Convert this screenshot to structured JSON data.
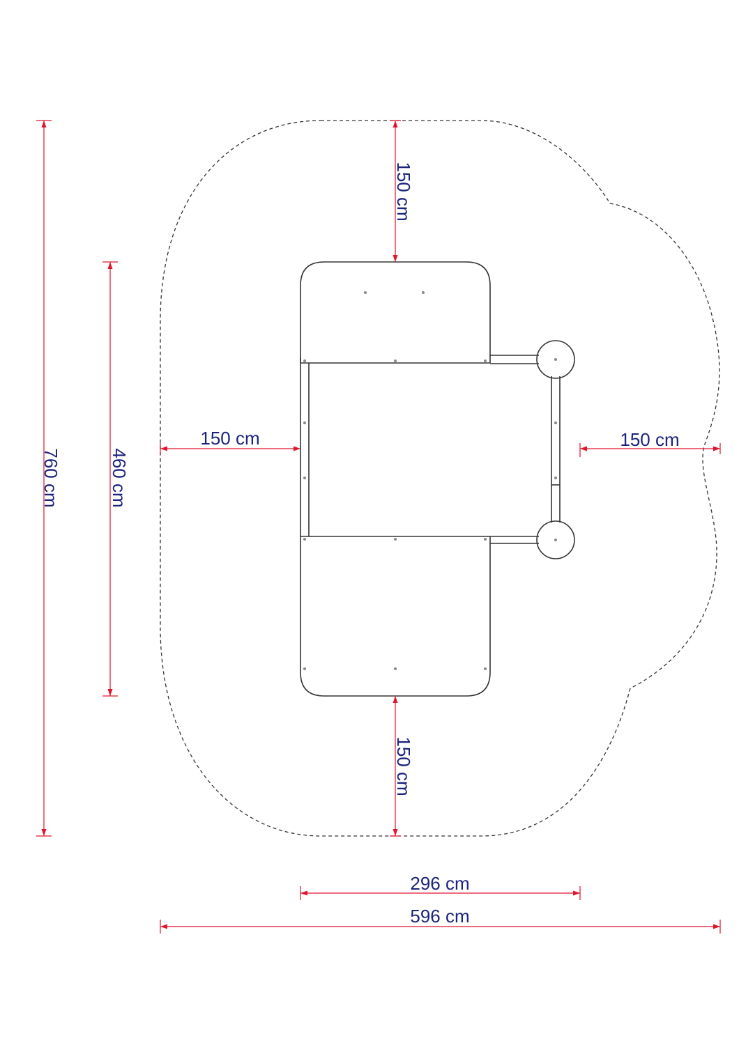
{
  "dimensions": {
    "top_clearance": "150 cm",
    "left_clearance": "150 cm",
    "right_clearance": "150 cm",
    "bottom_clearance": "150 cm",
    "total_height": "760 cm",
    "equipment_height": "460 cm",
    "equipment_width": "296 cm",
    "total_width": "596 cm"
  },
  "colors": {
    "dimension_line": "#e0142c",
    "dimension_text": "#1a237e",
    "outline": "#333333",
    "safety_zone": "#333333"
  }
}
